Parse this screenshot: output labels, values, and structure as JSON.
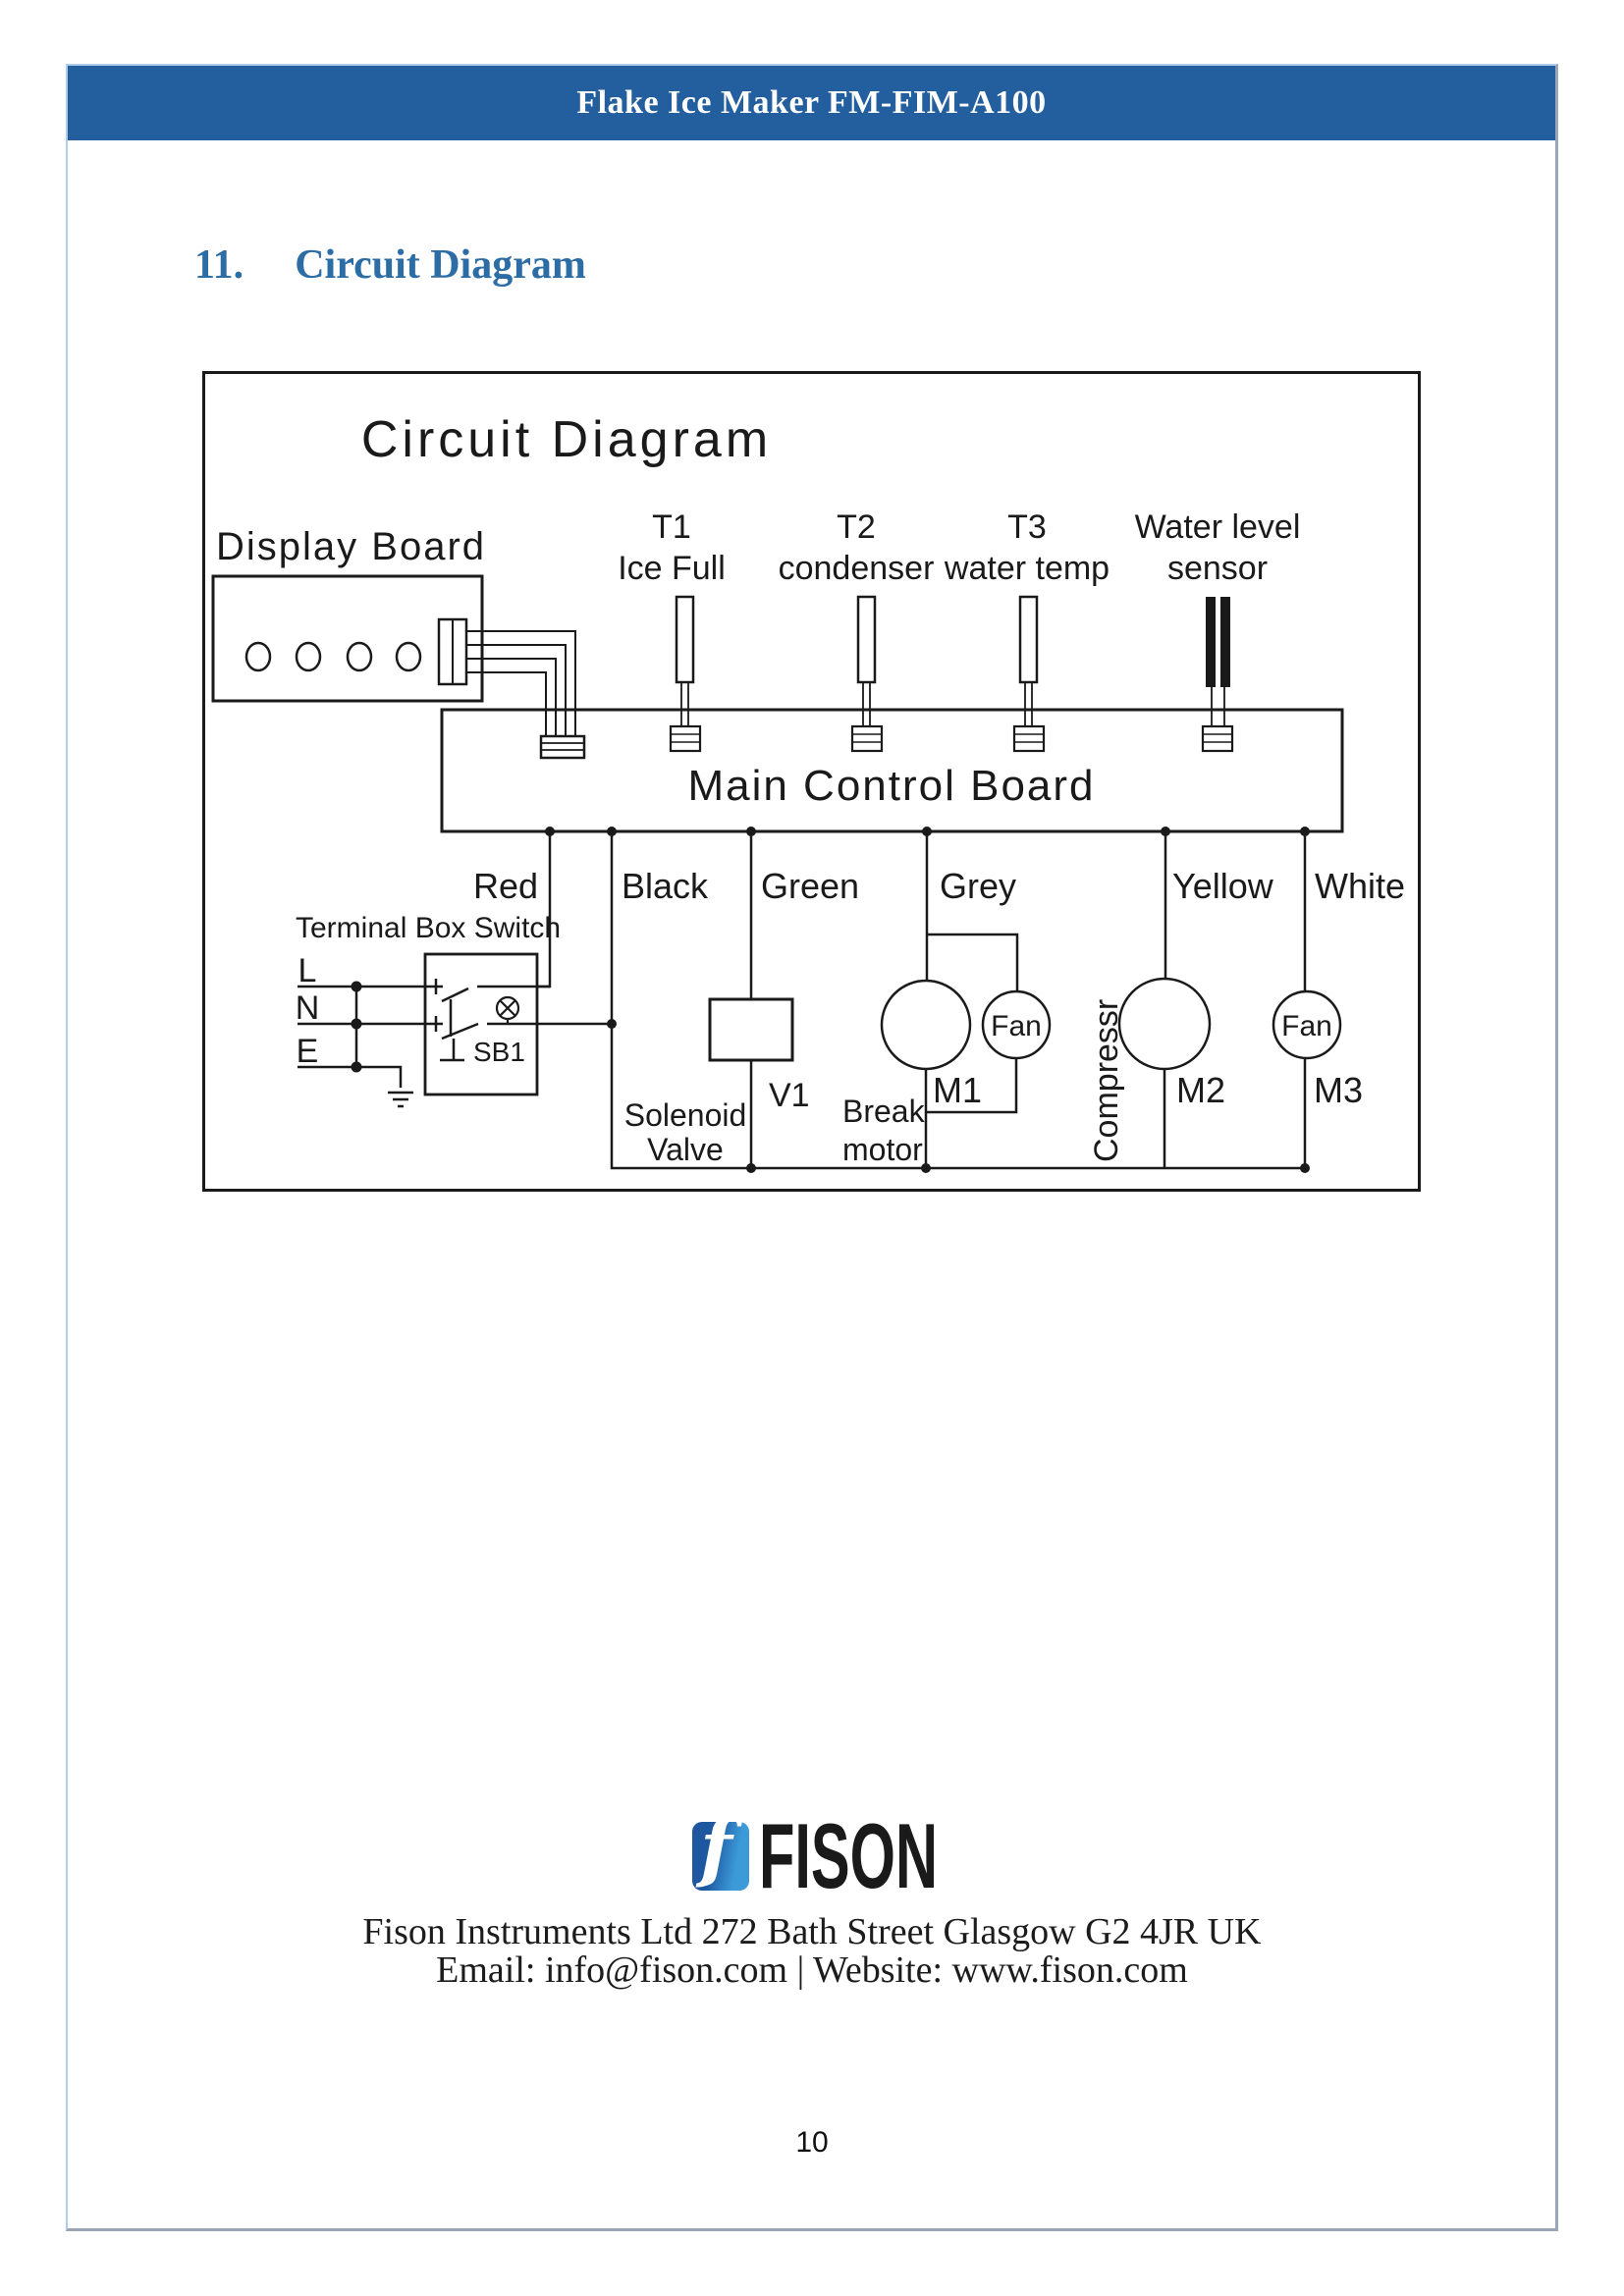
{
  "page": {
    "header_title": "Flake Ice Maker FM-FIM-A100",
    "section_number": "11.",
    "section_title": "Circuit Diagram",
    "page_number": "10"
  },
  "diagram": {
    "title": "Circuit Diagram",
    "display_board": "Display Board",
    "main_board": "Main Control Board",
    "sensors": {
      "t1": {
        "line1": "T1",
        "line2": "Ice Full"
      },
      "t2": {
        "line1": "T2",
        "line2": "condenser"
      },
      "t3": {
        "line1": "T3",
        "line2": "water temp"
      },
      "wl": {
        "line1": "Water level",
        "line2": "sensor"
      }
    },
    "wires": {
      "red": "Red",
      "black": "Black",
      "green": "Green",
      "grey": "Grey",
      "yellow": "Yellow",
      "white": "White"
    },
    "terminal": {
      "label": "Terminal Box Switch",
      "l": "L",
      "n": "N",
      "e": "E",
      "switch_name": "SB1"
    },
    "components": {
      "solenoid_line1": "Solenoid",
      "solenoid_line2": "Valve",
      "v1": "V1",
      "break_line1": "Break",
      "break_line2": "motor",
      "m1": "M1",
      "fan1": "Fan",
      "compressor": "Compressr",
      "m2": "M2",
      "fan2": "Fan",
      "m3": "M3"
    }
  },
  "footer": {
    "logo_glyph": "f",
    "logo_text": "FISON",
    "address": "Fison Instruments Ltd 272 Bath Street Glasgow G2 4JR UK",
    "contact": "Email: info@fison.com | Website: www.fison.com"
  },
  "colors": {
    "header_bar": "#235E9E",
    "section_heading": "#2D6DA6",
    "frame_light": "#AFCDE8",
    "frame_dark": "#9AA5B6",
    "logo_blue_dark": "#1C57A0",
    "logo_blue_light": "#3C9AD8",
    "logo_grey": "#8A8E93",
    "diagram_ink": "#1a1a1a"
  }
}
